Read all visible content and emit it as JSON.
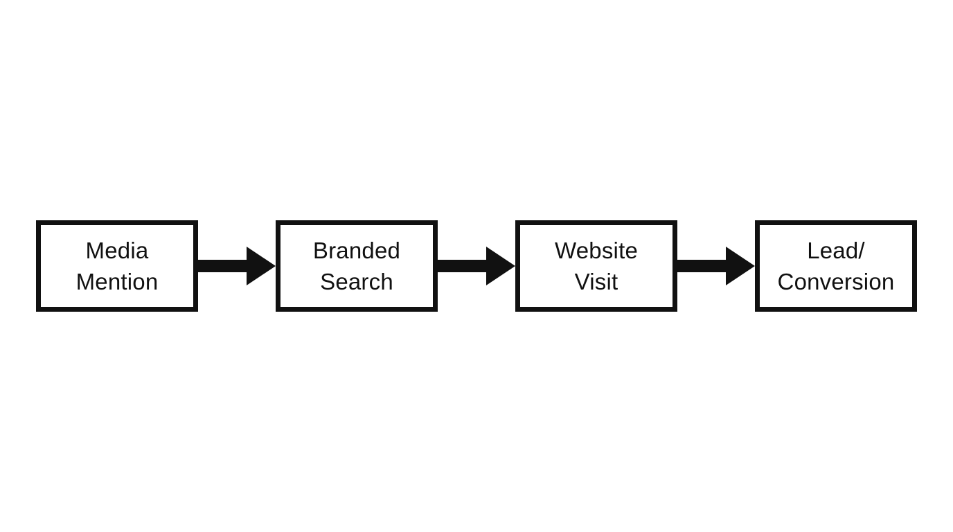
{
  "diagram": {
    "type": "flowchart",
    "direction": "left-to-right",
    "nodes": [
      {
        "label": "Media Mention",
        "lines": [
          "Media",
          "Mention"
        ]
      },
      {
        "label": "Branded Search",
        "lines": [
          "Branded",
          "Search"
        ]
      },
      {
        "label": "Website Visit",
        "lines": [
          "Website",
          "Visit"
        ]
      },
      {
        "label": "Lead/Conversion",
        "lines": [
          "Lead/",
          "Conversion"
        ]
      }
    ],
    "edges": [
      {
        "from": "Media Mention",
        "to": "Branded Search"
      },
      {
        "from": "Branded Search",
        "to": "Website Visit"
      },
      {
        "from": "Website Visit",
        "to": "Lead/Conversion"
      }
    ],
    "colors": {
      "foreground": "#111111",
      "background": "#ffffff"
    }
  }
}
